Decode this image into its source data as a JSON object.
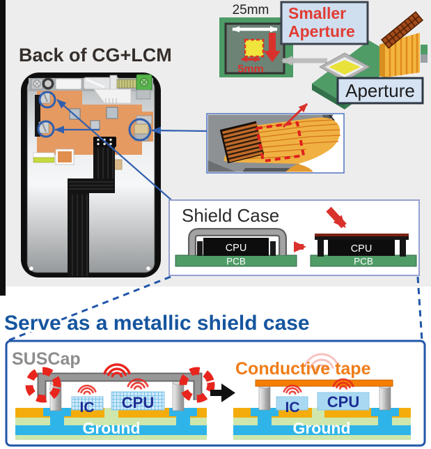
{
  "top": {
    "back_label": "Back of CG+LCM",
    "aperture_compare": {
      "outer_dim": "25mm",
      "inner_dim": "5mm",
      "smaller_box": {
        "lines": [
          "Smaller",
          "Aperture"
        ]
      },
      "aperture_box": {
        "label": "Aperture"
      }
    },
    "shield_case": {
      "title": "Shield Case",
      "before": {
        "chip": "CPU",
        "board": "PCB"
      },
      "after": {
        "chip": "CPU",
        "board": "PCB"
      }
    }
  },
  "bottom": {
    "heading": "Serve as a metallic shield case",
    "before": {
      "cap_label": "SUSCap",
      "ic_label": "IC",
      "cpu_label": "CPU",
      "ground_label": "Ground"
    },
    "after": {
      "tape_label": "Conductive tape",
      "ic_label": "IC",
      "cpu_label": "CPU",
      "ground_label": "Ground"
    }
  },
  "colors": {
    "top_background": "#EDEDED",
    "accent_blue": "#2F5FAE",
    "panel_border_blue": "#2056A8",
    "heading_blue": "#15559E",
    "arrow_red": "#D9312B",
    "emission_red": "#E8251D",
    "tape_orange": "#F57D00",
    "tape_text_orange": "#EF7C17",
    "pcb_green": "#4F9C67",
    "pad_yellow": "#F3AC0B",
    "ground_blue": "#2FB4E9",
    "substrate_green": "#CFE7AD",
    "chip_navy_text": "#1C2D92",
    "suscap_gray": "#8D8D8D",
    "label_box_fill": "#CFDFF0",
    "smaller_aperture_red": "#E23B33"
  }
}
